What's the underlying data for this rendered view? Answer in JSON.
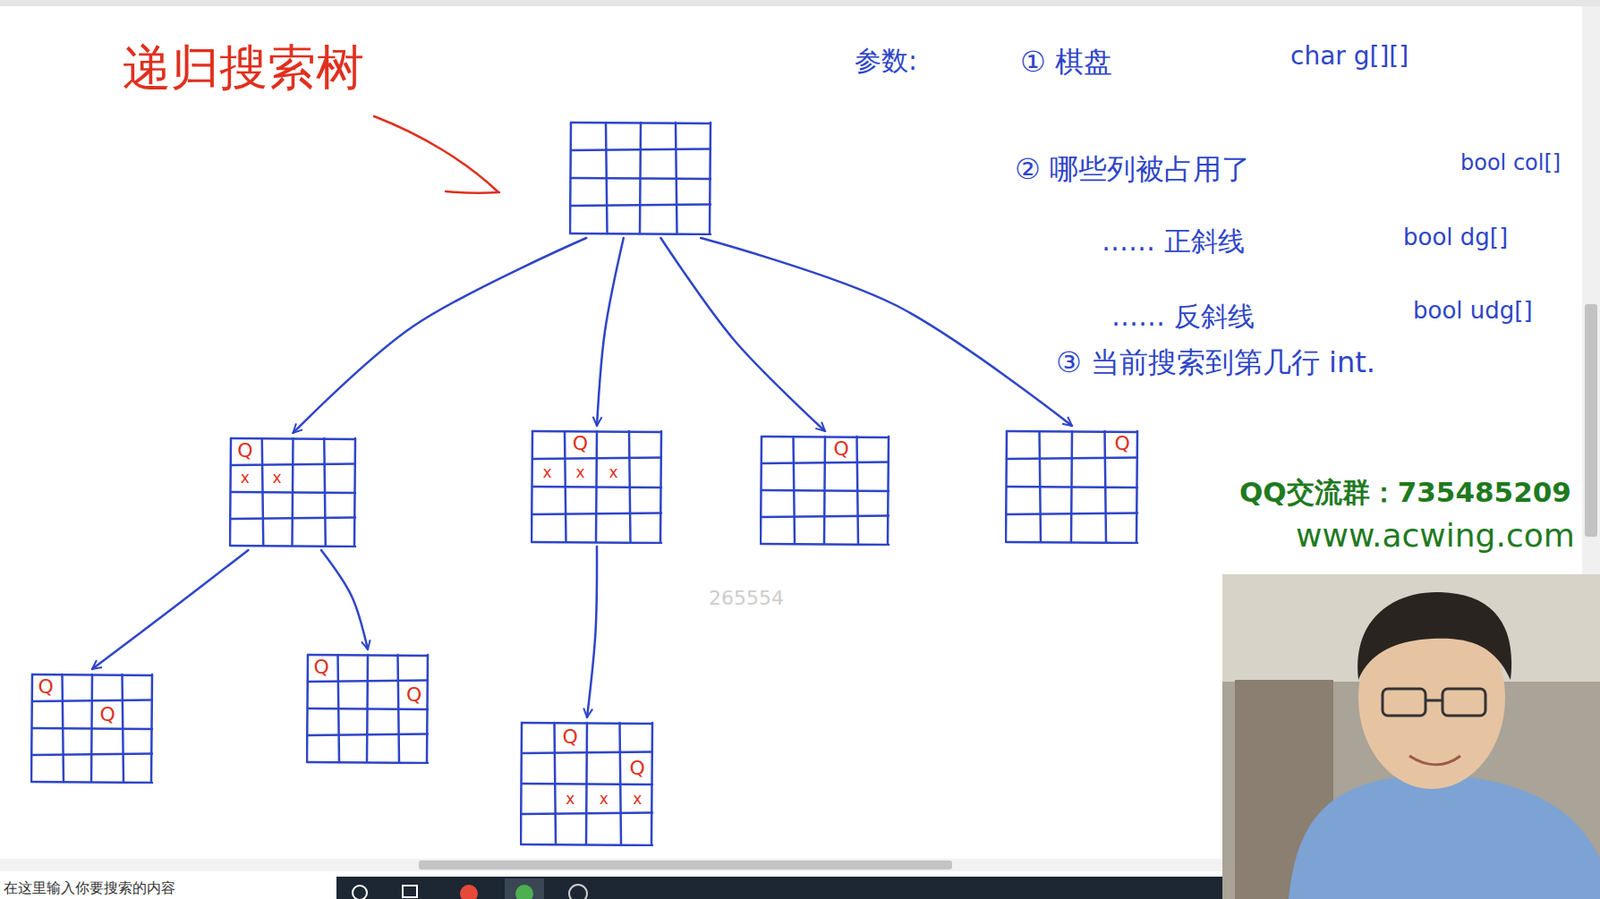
{
  "diagram": {
    "title": "递归搜索树",
    "nodes": [
      {
        "text": []
      },
      {
        "text": [
          "Q",
          "x",
          "x"
        ]
      },
      {
        "text": [
          "Q",
          "x",
          "x",
          "x"
        ]
      },
      {
        "text": [
          "Q"
        ]
      },
      {
        "text": [
          "Q"
        ]
      },
      {
        "text": [
          "Q",
          "Q"
        ]
      },
      {
        "text": [
          "Q",
          "Q"
        ]
      },
      {
        "text": [
          "Q",
          "Q",
          "x",
          "x",
          "x"
        ]
      }
    ],
    "edges": [
      {
        "from": 0,
        "to": 1,
        "arrow": "to"
      },
      {
        "from": 0,
        "to": 2,
        "arrow": "to"
      },
      {
        "from": 0,
        "to": 3,
        "arrow": "to"
      },
      {
        "from": 0,
        "to": 4,
        "arrow": "to"
      },
      {
        "from": 1,
        "to": 5,
        "arrow": "to"
      },
      {
        "from": 1,
        "to": 6,
        "arrow": "to"
      },
      {
        "from": 2,
        "to": 7,
        "arrow": "to"
      }
    ],
    "labels": [
      "参数:",
      "① 棋盘",
      "char g[][]",
      "② 哪些列被占用了",
      "bool col[]",
      "…… 正斜线",
      "bool dg[]",
      "…… 反斜线",
      "bool udg[]",
      "③ 当前搜索到第几行 int.",
      "QQ交流群：735485209",
      "www.acwing.com",
      "265554",
      "在这里输入你要搜索的内容"
    ]
  }
}
